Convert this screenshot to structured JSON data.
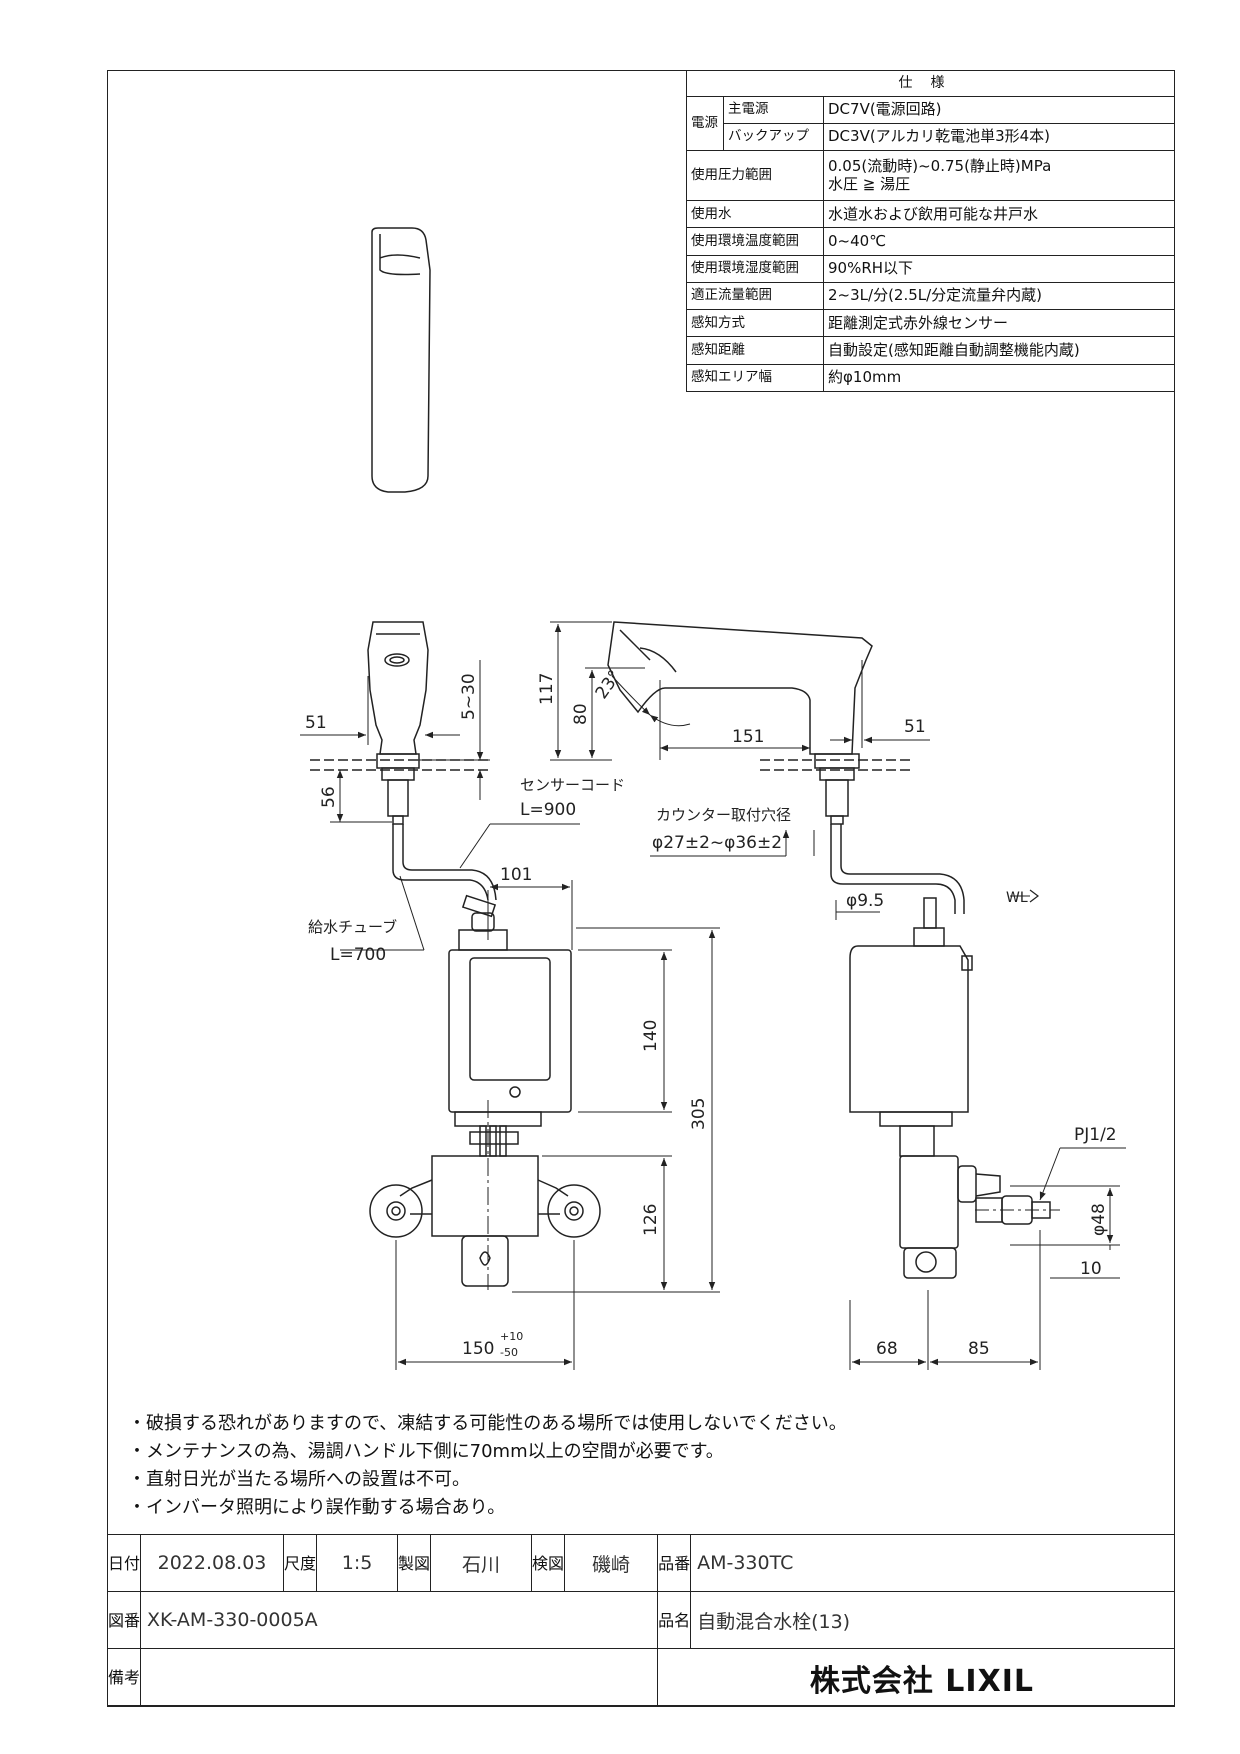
{
  "spec": {
    "header": "仕様",
    "rows": [
      {
        "label": "電源",
        "sub": "主電源",
        "value": "DC7V(電源回路)"
      },
      {
        "sub": "バックアップ",
        "value": "DC3V(アルカリ乾電池単3形4本)"
      },
      {
        "label": "使用圧力範囲",
        "value": "0.05(流動時)~0.75(静止時)MPa",
        "value2": "水圧 ≧ 湯圧"
      },
      {
        "label": "使用水",
        "value": "水道水および飲用可能な井戸水"
      },
      {
        "label": "使用環境温度範囲",
        "value": "0~40℃"
      },
      {
        "label": "使用環境湿度範囲",
        "value": "90%RH以下"
      },
      {
        "label": "適正流量範囲",
        "value": "2~3L/分(2.5L/分定流量弁内蔵)"
      },
      {
        "label": "感知方式",
        "value": "距離測定式赤外線センサー"
      },
      {
        "label": "感知距離",
        "value": "自動設定(感知距離自動調整機能内蔵)"
      },
      {
        "label": "感知エリア幅",
        "value": "約φ10mm"
      }
    ]
  },
  "dimensions": {
    "d51_left": "51",
    "d56": "56",
    "d5_30": "5~30",
    "d117": "117",
    "d80": "80",
    "d23": "23°",
    "d151": "151",
    "d51_right": "51",
    "sensor_cord": "センサーコード",
    "sensor_cord_len": "L=900",
    "counter_hole": "カウンター取付穴径",
    "counter_hole_dim": "φ27±2~φ36±2",
    "d101": "101",
    "supply_tube": "給水チューブ",
    "supply_tube_len": "L=700",
    "phi95": "φ9.5",
    "wl": "WL",
    "d140": "140",
    "d305": "305",
    "d126": "126",
    "d150": "150",
    "d150_tol_plus": "+10",
    "d150_tol_minus": "-50",
    "pj": "PJ1/2",
    "phi48": "φ48",
    "d10": "10",
    "d68": "68",
    "d85": "85"
  },
  "notes": [
    "・破損する恐れがありますので、凍結する可能性のある場所では使用しないでください。",
    "・メンテナンスの為、湯調ハンドル下側に70mm以上の空間が必要です。",
    "・直射日光が当たる場所への設置は不可。",
    "・インバータ照明により誤作動する場合あり。"
  ],
  "titleblock": {
    "date_label": "日付",
    "date": "2022.08.03",
    "scale_label": "尺度",
    "scale": "1:5",
    "made_label": "製図",
    "made": "石川",
    "check_label": "検図",
    "check": "磯崎",
    "part_no_label": "品番",
    "part_no": "AM-330TC",
    "drawing_no_label": "図番",
    "drawing_no": "XK-AM-330-0005A",
    "name_label": "品名",
    "name": "自動混合水栓(13)",
    "remarks_label": "備考",
    "company": "株式会社 LIXIL"
  }
}
